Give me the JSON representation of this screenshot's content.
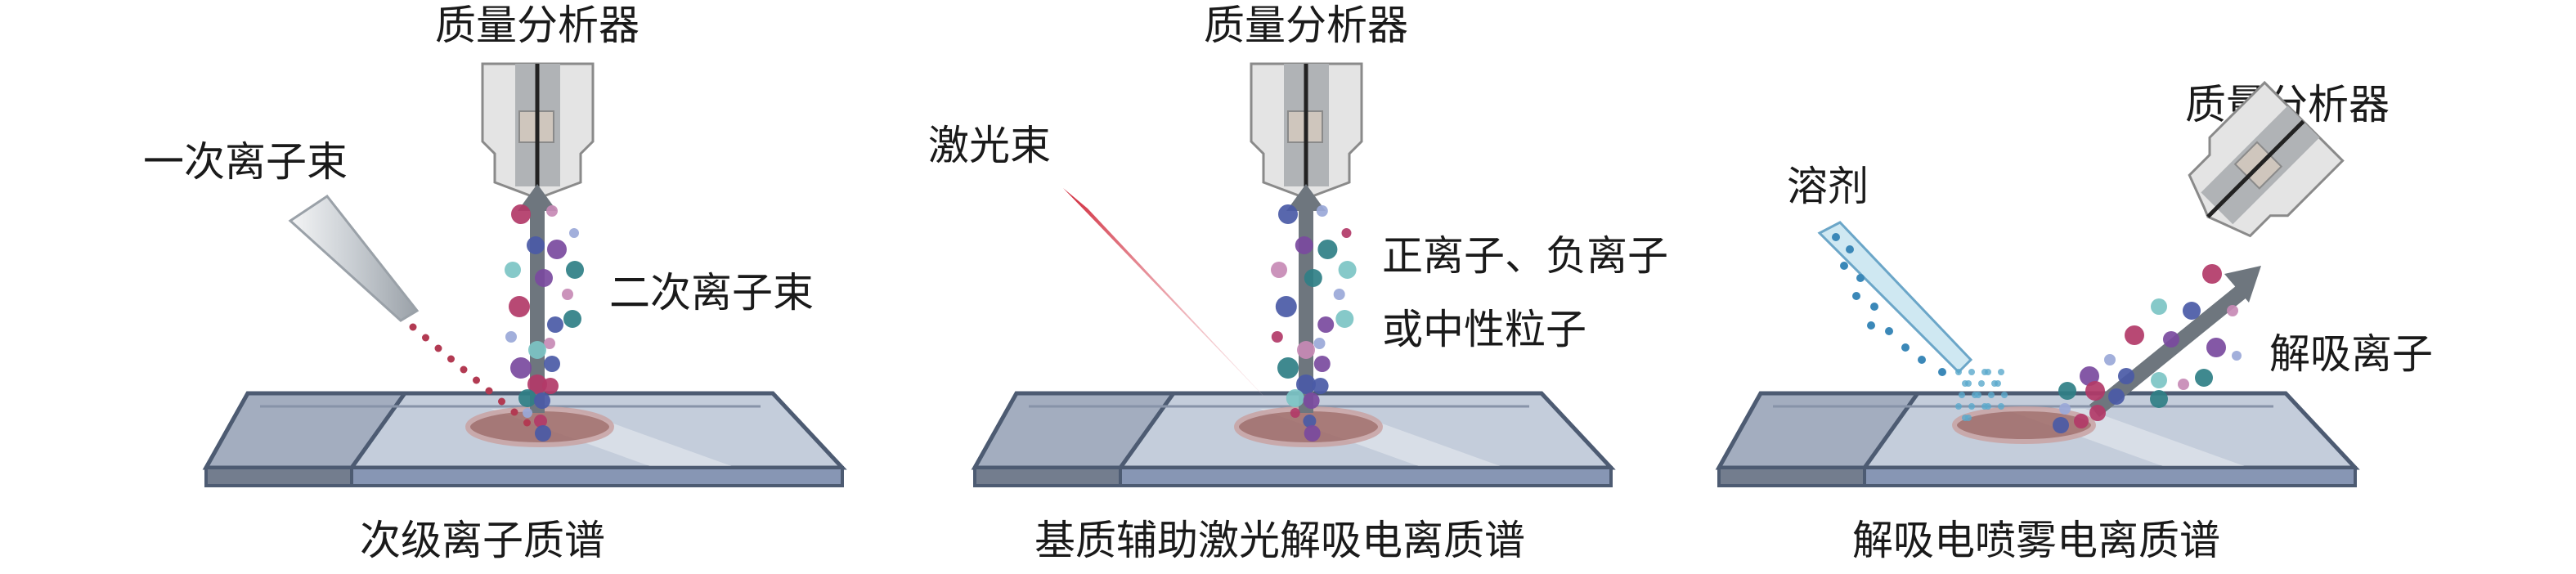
{
  "panels": [
    {
      "analyzer_label": "质量分析器",
      "source_label": "一次离子束",
      "ions_label": "二次离子束",
      "caption": "次级离子质谱"
    },
    {
      "analyzer_label": "质量分析器",
      "source_label": "激光束",
      "ions_label_line1": "正离子、负离子",
      "ions_label_line2": "或中性粒子",
      "caption": "基质辅助激光解吸电离质谱"
    },
    {
      "analyzer_label": "质量分析器",
      "source_label": "溶剂",
      "ions_label": "解吸离子",
      "caption": "解吸电喷雾电离质谱"
    }
  ],
  "colors": {
    "slide": "#b7c2d3",
    "slide_edge": "#4d5b72",
    "sample": "#a06a66",
    "laser": "#d0303a",
    "ion_colors": [
      "#b23a68",
      "#4a5aa6",
      "#7a4a9e",
      "#2f7f86",
      "#7cc4c4",
      "#c78ab5",
      "#9aa8d8"
    ]
  }
}
